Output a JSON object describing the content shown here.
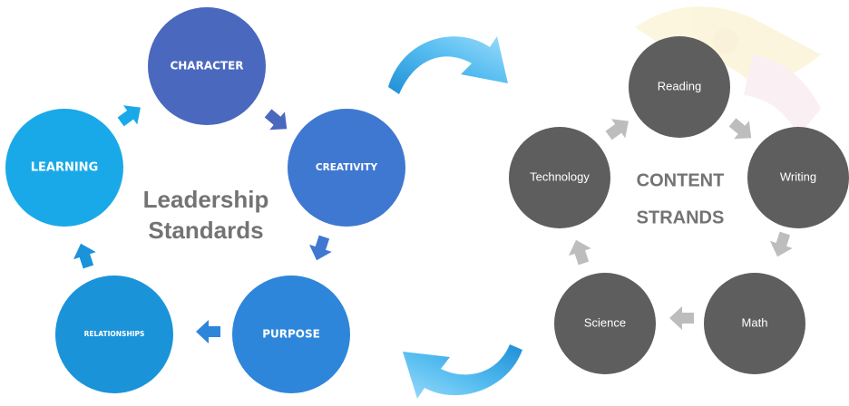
{
  "leadership_cycle": {
    "title_line1": "Leadership",
    "title_line2": "Standards",
    "nodes": [
      {
        "label": "CHARACTER",
        "color": "#4A68BE"
      },
      {
        "label": "CREATIVITY",
        "color": "#3F78D0"
      },
      {
        "label": "PURPOSE",
        "color": "#2E86DA"
      },
      {
        "label": "RELATIONSHIPS",
        "color": "#1A93D9"
      },
      {
        "label": "LEARNING",
        "color": "#1AA9E8"
      }
    ]
  },
  "content_cycle": {
    "title_line1": "CONTENT",
    "title_line2": "STRANDS",
    "node_color": "#5E5E5E",
    "arrow_color": "#BDBDBD",
    "nodes": [
      {
        "label": "Reading"
      },
      {
        "label": "Writing"
      },
      {
        "label": "Math"
      },
      {
        "label": "Science"
      },
      {
        "label": "Technology"
      }
    ]
  },
  "connector_color": "#3AA7E3"
}
